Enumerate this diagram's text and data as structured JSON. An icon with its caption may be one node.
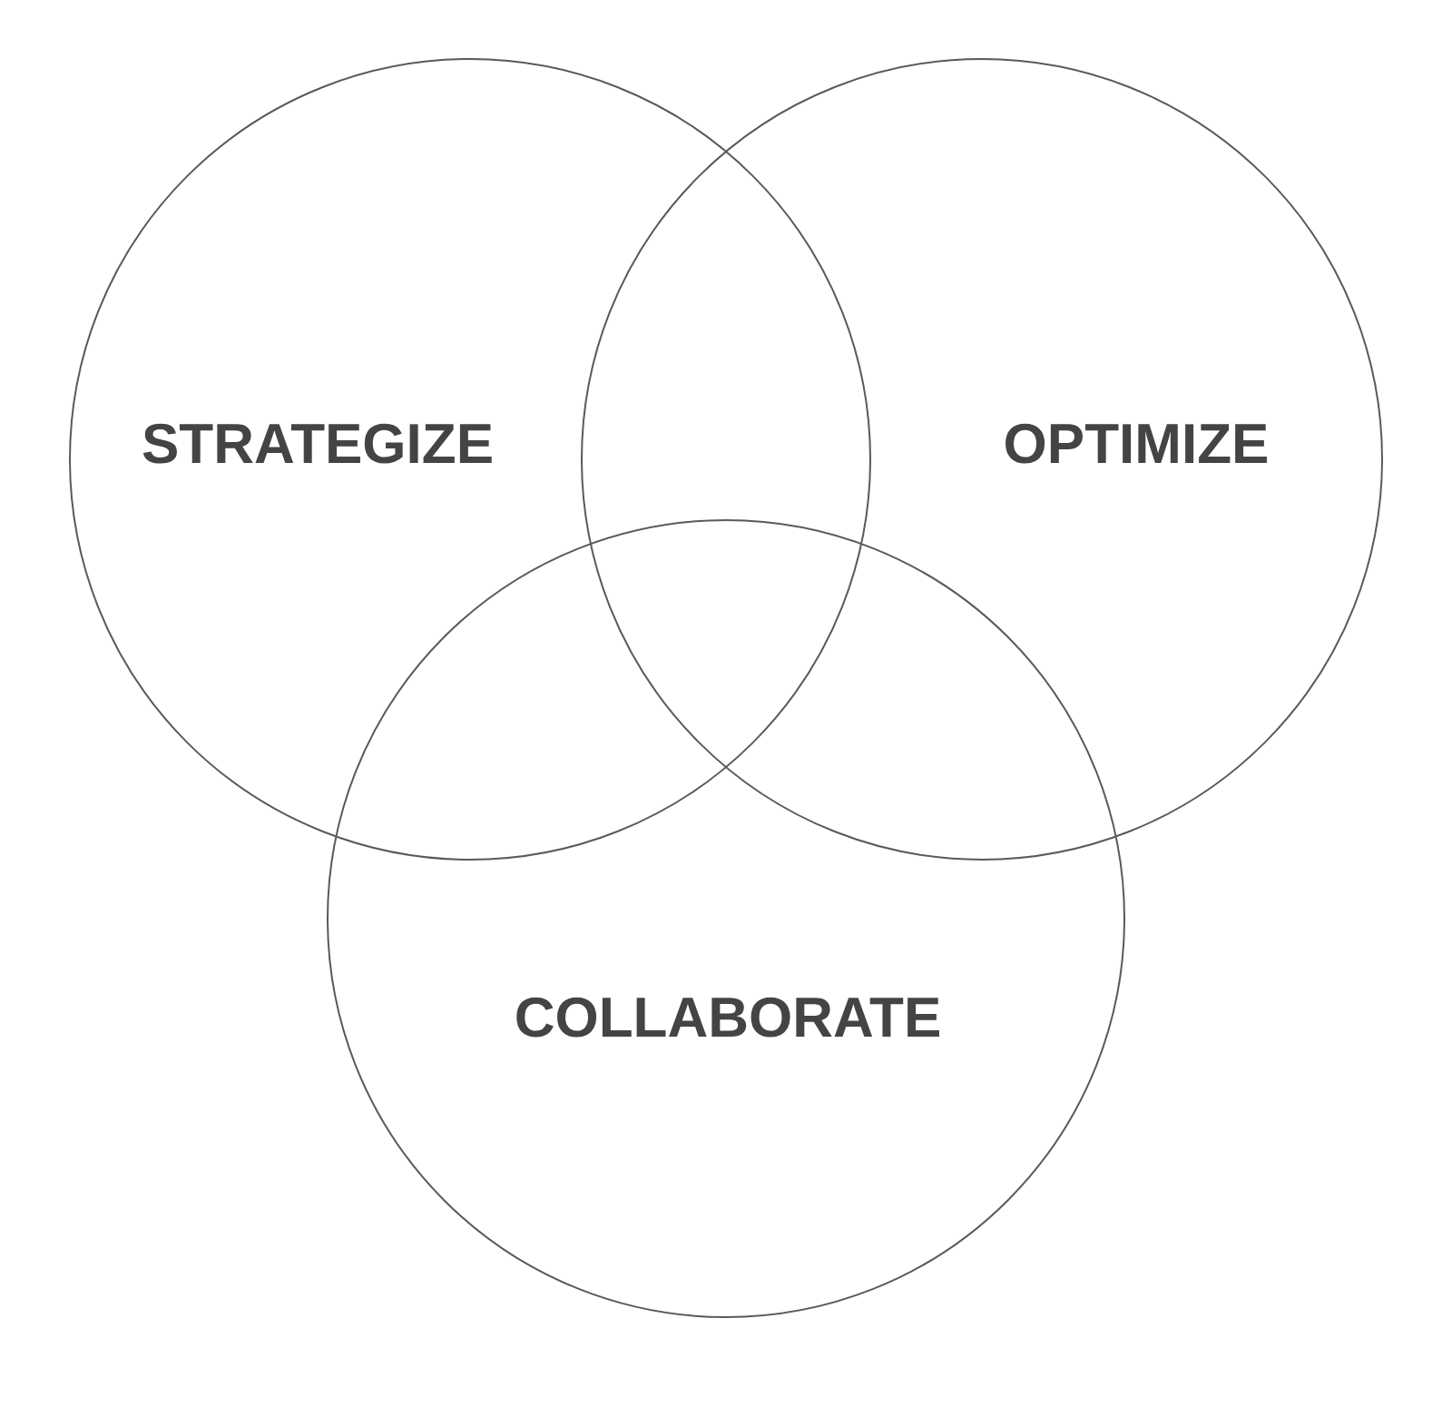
{
  "diagram": {
    "nodes": [
      {
        "text": [
          "STRATEGIZE"
        ]
      },
      {
        "text": [
          "OPTIMIZE"
        ]
      },
      {
        "text": [
          "COLLABORATE"
        ]
      }
    ]
  }
}
